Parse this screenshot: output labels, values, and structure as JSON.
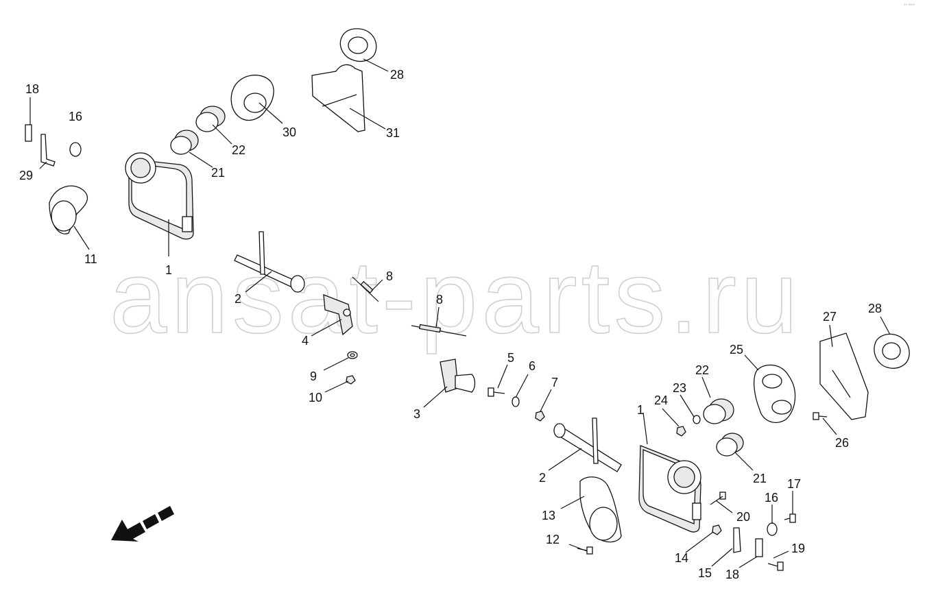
{
  "watermark": "ansat-parts.ru",
  "corner_mark": "°° °°°°",
  "callouts": {
    "c28a": "28",
    "c18a": "18",
    "c16a": "16",
    "c30": "30",
    "c31": "31",
    "c22a": "22",
    "c29": "29",
    "c21a": "21",
    "c11": "11",
    "c1a": "1",
    "c2a": "2",
    "c8a": "8",
    "c8b": "8",
    "c4": "4",
    "c9": "9",
    "c10": "10",
    "c5": "5",
    "c6": "6",
    "c7": "7",
    "c3": "3",
    "c28b": "28",
    "c27": "27",
    "c25": "25",
    "c22b": "22",
    "c23": "23",
    "c24": "24",
    "c1b": "1",
    "c26": "26",
    "c21b": "21",
    "c2b": "2",
    "c13": "13",
    "c20": "20",
    "c17": "17",
    "c16b": "16",
    "c12": "12",
    "c14": "14",
    "c19": "19",
    "c15": "15",
    "c18b": "18"
  },
  "icons": {
    "direction_arrow": "arrow-down-left-icon"
  }
}
